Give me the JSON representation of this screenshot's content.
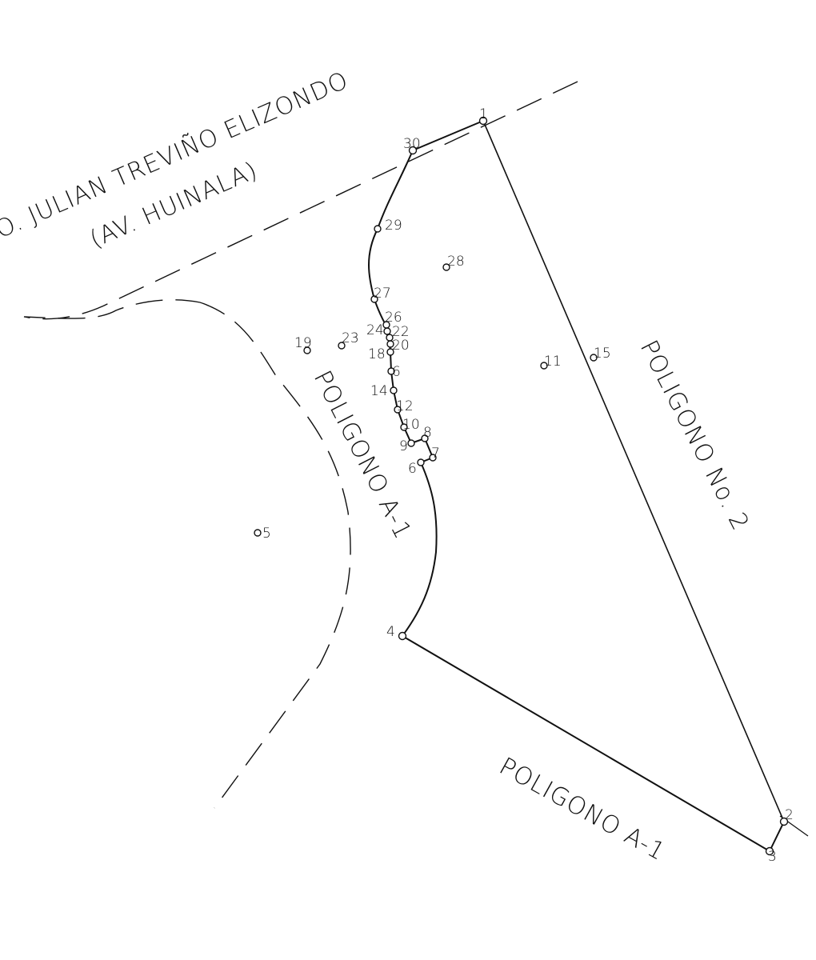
{
  "labels": {
    "street_name": "O. JULIAN TREVIÑO ELIZONDO",
    "street_alias": "(AV. HUINALA)",
    "polygon_no2": "POLIGONO No. 2",
    "polygon_a1_left": "POLIGONO A-1",
    "polygon_a1_bottom": "POLIGONO A-1"
  },
  "points": [
    {
      "id": "1",
      "label": "1"
    },
    {
      "id": "2",
      "label": "2"
    },
    {
      "id": "3",
      "label": "3"
    },
    {
      "id": "4",
      "label": "4"
    },
    {
      "id": "5",
      "label": "5"
    },
    {
      "id": "6",
      "label": "6"
    },
    {
      "id": "7",
      "label": "7"
    },
    {
      "id": "8",
      "label": "8"
    },
    {
      "id": "9",
      "label": "9"
    },
    {
      "id": "10",
      "label": "10"
    },
    {
      "id": "11",
      "label": "11"
    },
    {
      "id": "12",
      "label": "12"
    },
    {
      "id": "14",
      "label": "14"
    },
    {
      "id": "15",
      "label": "15"
    },
    {
      "id": "16",
      "label": "6"
    },
    {
      "id": "18",
      "label": "18"
    },
    {
      "id": "19",
      "label": "19"
    },
    {
      "id": "20",
      "label": "20"
    },
    {
      "id": "22",
      "label": "22"
    },
    {
      "id": "23",
      "label": "23"
    },
    {
      "id": "24",
      "label": "24"
    },
    {
      "id": "26",
      "label": "26"
    },
    {
      "id": "27",
      "label": "27"
    },
    {
      "id": "28",
      "label": "28"
    },
    {
      "id": "29",
      "label": "29"
    },
    {
      "id": "30",
      "label": "30"
    }
  ]
}
